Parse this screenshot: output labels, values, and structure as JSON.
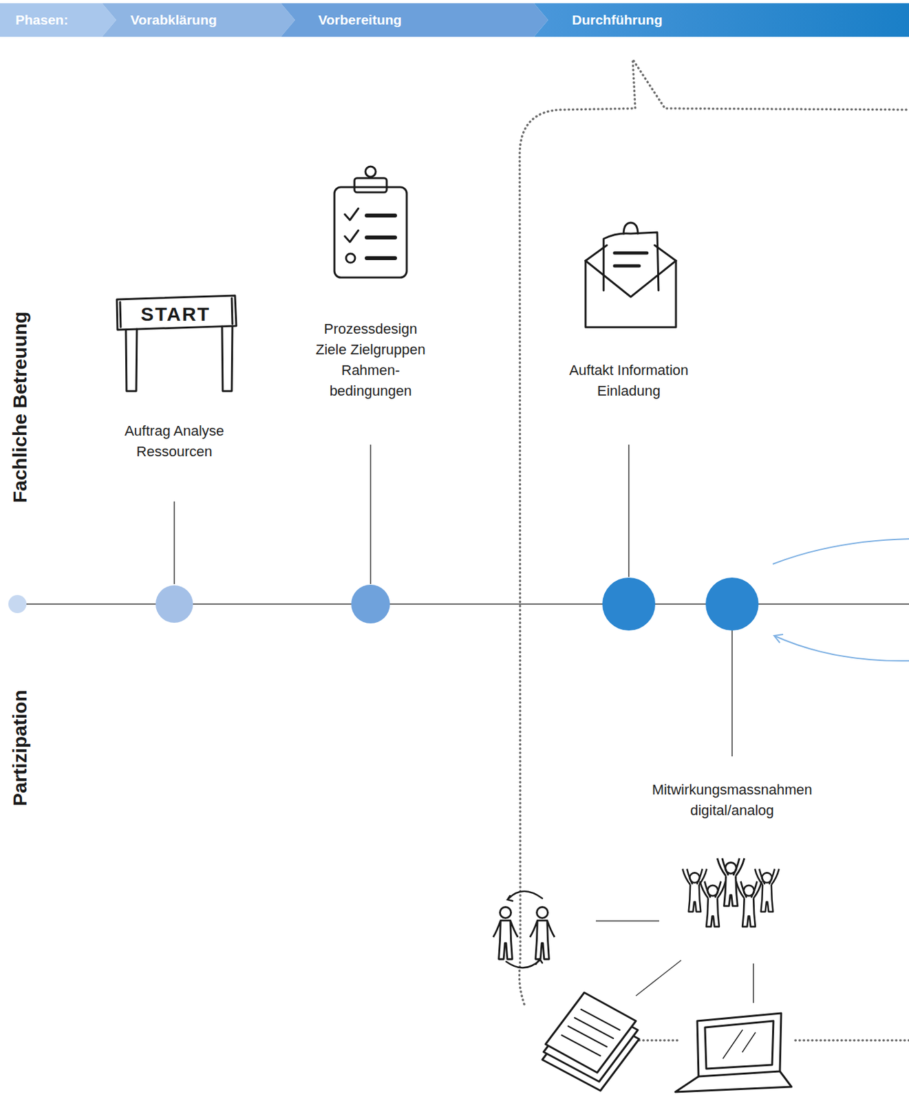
{
  "diagram": {
    "nodes": [
      {
        "text": [
          "Phasen:"
        ]
      },
      {
        "text": [
          "Vorabklärung"
        ]
      },
      {
        "text": [
          "Vorbereitung"
        ]
      },
      {
        "text": [
          "Durchführung"
        ]
      }
    ],
    "labels": [
      "Fachliche Betreuung",
      "Partizipation",
      "START",
      "Auftrag Analyse Ressourcen",
      "Prozessdesign Ziele Zielgruppen Rahmen- bedingungen",
      "Auftakt Information Einladung",
      "Mitwirkungsmassnahmen digital/analog"
    ]
  }
}
